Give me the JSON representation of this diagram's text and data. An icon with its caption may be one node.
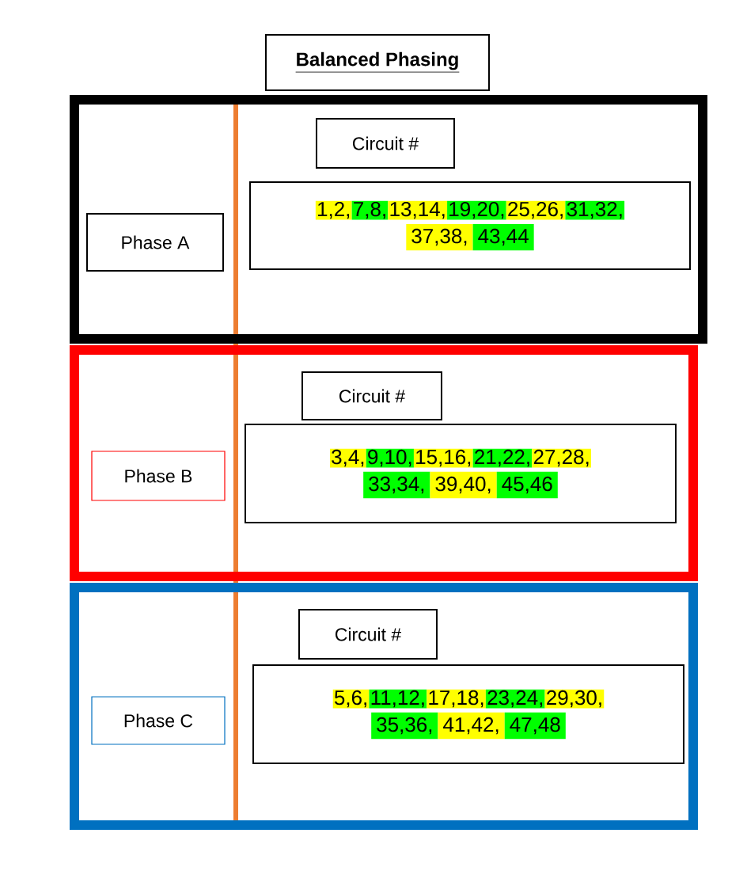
{
  "diagram": {
    "title": "Balanced Phasing",
    "nodes": [
      {
        "text": [],
        "shape": "box"
      },
      {
        "text": [
          "Phase A"
        ],
        "in": 0
      },
      {
        "text": [
          "Circuit #"
        ],
        "in": 0
      },
      {
        "text": [
          "1,2,",
          "7,8,",
          "13,14,",
          "19,20,",
          "25,26,",
          "31,32,",
          "37,38,",
          "43,44"
        ],
        "in": 0
      },
      {
        "text": [],
        "shape": "box"
      },
      {
        "text": [
          "Phase B"
        ],
        "in": 4
      },
      {
        "text": [
          "Circuit #"
        ],
        "in": 4
      },
      {
        "text": [
          "3,4,",
          "9,10,",
          "15,16,",
          "21,22,",
          "27,28,",
          "33,34,",
          "39,40,",
          "45,46"
        ],
        "in": 4
      },
      {
        "text": [],
        "shape": "box"
      },
      {
        "text": [
          "Phase C"
        ],
        "in": 8
      },
      {
        "text": [
          "Circuit #"
        ],
        "in": 8
      },
      {
        "text": [
          "5,6,",
          "11,12,",
          "17,18,",
          "23,24,",
          "29,30,",
          "35,36,",
          "41,42,",
          "47,48"
        ],
        "in": 8
      }
    ]
  }
}
